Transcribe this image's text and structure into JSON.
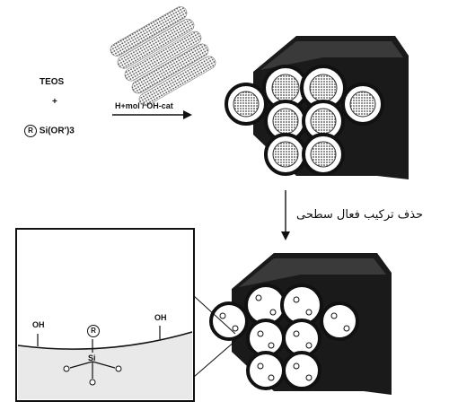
{
  "reactants": {
    "teos": "TEOS",
    "plus": "+",
    "silane_r": "R",
    "silane_rest": "Si(OR')3"
  },
  "conditions": "H+mol / OH-cat",
  "step_label": "حذف ترکیب فعال سطحی",
  "inset": {
    "oh_left": "OH",
    "oh_right": "OH",
    "r_group": "R",
    "si": "Si"
  }
}
